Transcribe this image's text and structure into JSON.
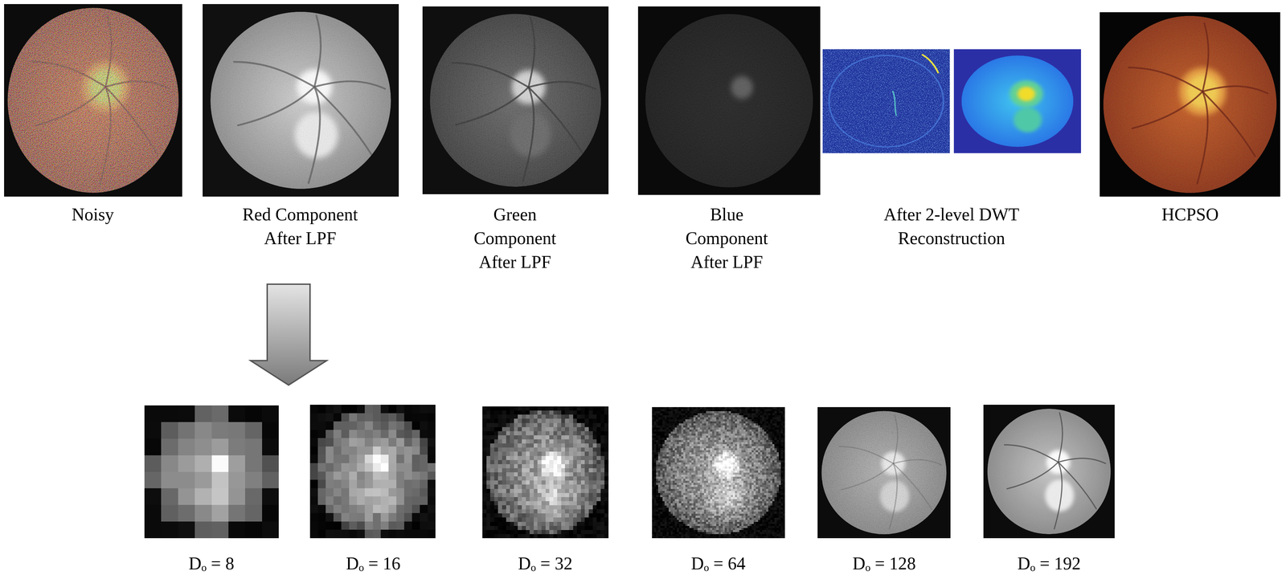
{
  "diagram": {
    "labels": [
      "Noisy",
      "Red Component After LPF",
      "Green Component After LPF",
      "Blue Component After LPF",
      "After 2-level DWT Reconstruction",
      "HCPSO",
      "Dₒ = 8",
      "Dₒ = 16",
      "Dₒ = 32",
      "Dₒ = 64",
      "Dₒ = 128",
      "Dₒ = 192"
    ]
  }
}
